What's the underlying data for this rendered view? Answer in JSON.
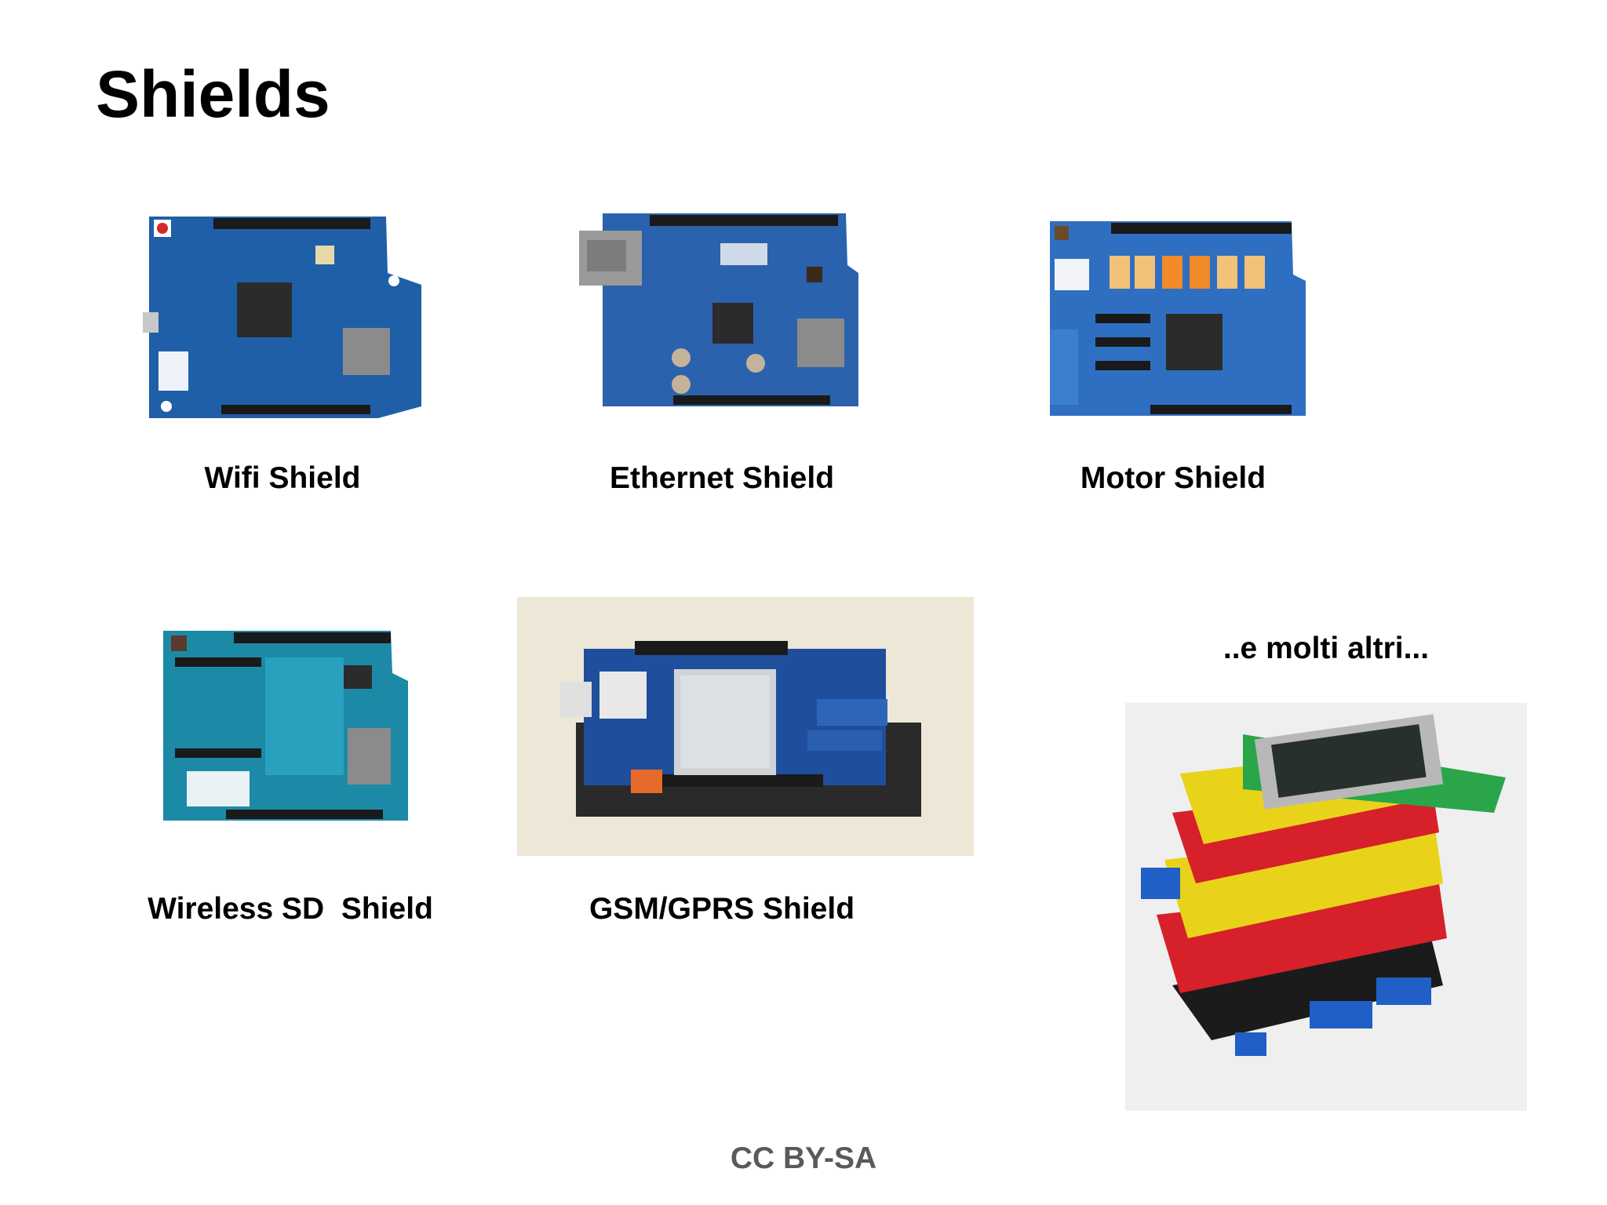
{
  "slide": {
    "title": "Shields",
    "footer": "CC BY-SA",
    "more_label": "..e molti altri..."
  },
  "shields": [
    {
      "name": "Wifi Shield"
    },
    {
      "name": "Ethernet Shield"
    },
    {
      "name": "Motor Shield"
    },
    {
      "name": "Wireless SD  Shield"
    },
    {
      "name": "GSM/GPRS Shield"
    }
  ],
  "colors": {
    "board_blue": "#1f5fa8",
    "board_teal": "#1c8aa6",
    "header_black": "#1a1a1a",
    "footer_gray": "#5a5a5a"
  },
  "images": {
    "wifi": "wifi-shield-photo",
    "ethernet": "ethernet-shield-photo",
    "motor": "motor-shield-photo",
    "wireless_sd": "wireless-sd-shield-photo",
    "gsm": "gsm-gprs-shield-photo",
    "stack": "stacked-shields-photo"
  }
}
